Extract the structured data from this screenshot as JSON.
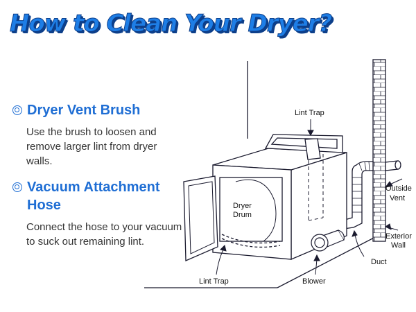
{
  "title": "How to Clean Your Dryer?",
  "sections": [
    {
      "title": "Dryer Vent Brush",
      "description": "Use the brush to loosen and remove larger lint from dryer walls."
    },
    {
      "title": "Vacuum Attachment Hose",
      "description": "Connect the hose to your vacuum to suck out remaining lint."
    }
  ],
  "diagram_labels": {
    "lint_trap_top": "Lint Trap",
    "dryer_drum_1": "Dryer",
    "dryer_drum_2": "Drum",
    "outside_vent_1": "Outside",
    "outside_vent_2": "Vent",
    "exterior_wall_1": "Exterior",
    "exterior_wall_2": "Wall",
    "duct": "Duct",
    "blower": "Blower",
    "lint_trap_bottom": "Lint Trap"
  },
  "colors": {
    "title_blue": "#1e7ee6",
    "heading_blue": "#1f6ed4",
    "body_text": "#333333",
    "line_art": "#1a1a2e"
  }
}
